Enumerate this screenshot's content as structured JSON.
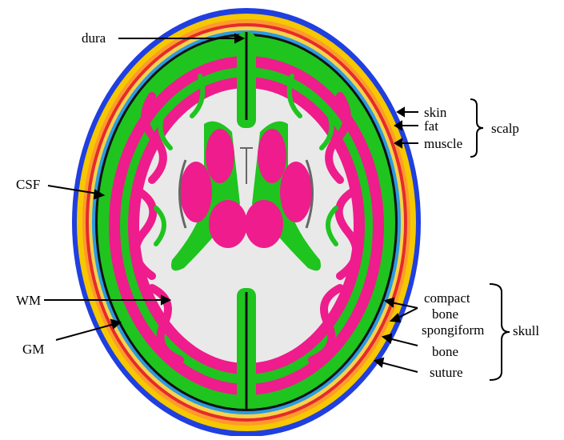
{
  "labels": {
    "dura": "dura",
    "skin": "skin",
    "fat": "fat",
    "muscle": "muscle",
    "scalp": "scalp",
    "csf": "CSF",
    "wm": "WM",
    "gm": "GM",
    "compact": "compact",
    "bone1": "bone",
    "spongiform": "spongiform",
    "bone2": "bone",
    "suture": "suture",
    "skull": "skull"
  },
  "colors": {
    "skin": "#1f3fe0",
    "fat": "#f5c800",
    "muscle": "#e52b2b",
    "bone": "#f7d24a",
    "csf": "#2b9be0",
    "gray_matter": "#ee1c8c",
    "white_matter": "#e9e9e9",
    "green_tissue": "#1fc41f",
    "outline": "#000000"
  }
}
